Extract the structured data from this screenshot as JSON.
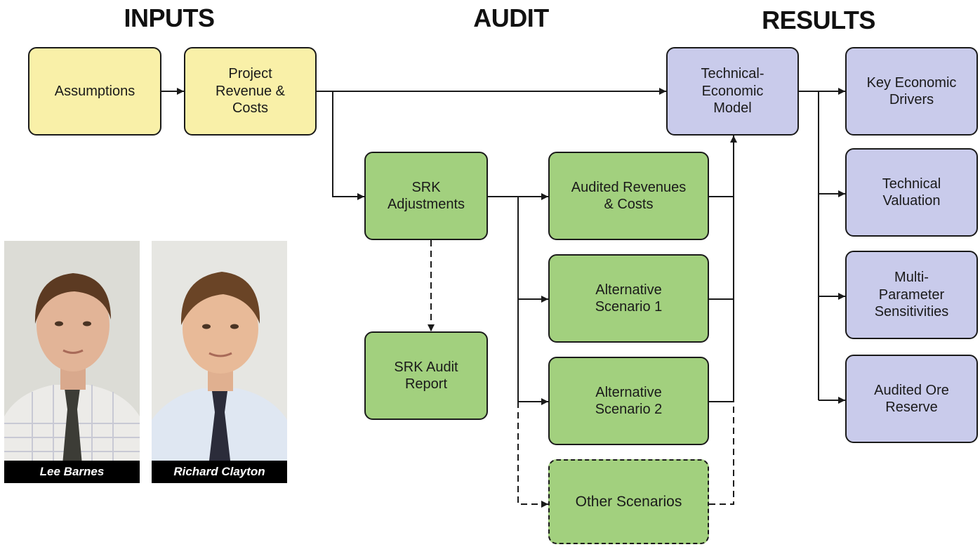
{
  "headings": {
    "inputs": "INPUTS",
    "audit": "AUDIT",
    "results": "RESULTS"
  },
  "nodes": {
    "assumptions": "Assumptions",
    "project_revenue_costs": "Project\nRevenue &\nCosts",
    "technical_economic_model": "Technical-\nEconomic\nModel",
    "srk_adjustments": "SRK\nAdjustments",
    "srk_audit_report": "SRK Audit\nReport",
    "audited_revenues_costs": "Audited Revenues\n& Costs",
    "alternative_scenario_1": "Alternative\nScenario 1",
    "alternative_scenario_2": "Alternative\nScenario 2",
    "other_scenarios": "Other Scenarios",
    "key_economic_drivers": "Key Economic\nDrivers",
    "technical_valuation": "Technical\nValuation",
    "multi_parameter_sensitivities": "Multi-\nParameter\nSensitivities",
    "audited_ore_reserve": "Audited Ore\nReserve"
  },
  "photos": {
    "left_name": "Lee Barnes",
    "right_name": "Richard Clayton"
  },
  "colors": {
    "input_fill": "#f9f0a8",
    "audit_fill": "#a2d07e",
    "result_fill": "#c9cbeb",
    "line": "#1a1a1a"
  }
}
